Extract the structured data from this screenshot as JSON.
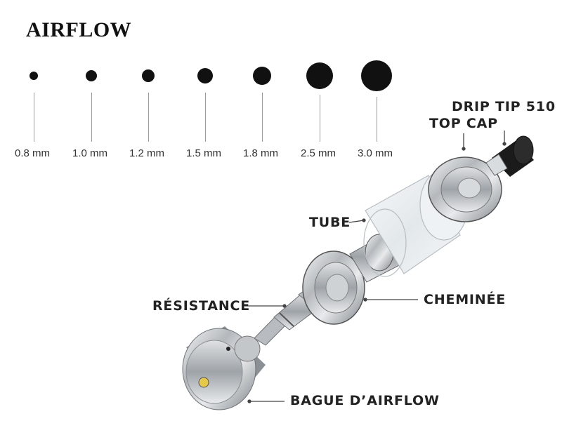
{
  "title": "AIRFLOW",
  "airflow_sizes": [
    "0.8 mm",
    "1.0 mm",
    "1.2 mm",
    "1.5 mm",
    "1.8 mm",
    "2.5 mm",
    "3.0 mm"
  ],
  "parts": {
    "drip_tip": "DRIP TIP 510",
    "top_cap": "TOP CAP",
    "tube": "TUBE",
    "chimney": "CHEMINÉE",
    "coil": "RÉSISTANCE",
    "airflow_ring": "BAGUE D’AIRFLOW"
  },
  "colors": {
    "text": "#222222",
    "hole": "#111111",
    "metal": "#b9bcbf",
    "glass": "#dfe6ea"
  }
}
